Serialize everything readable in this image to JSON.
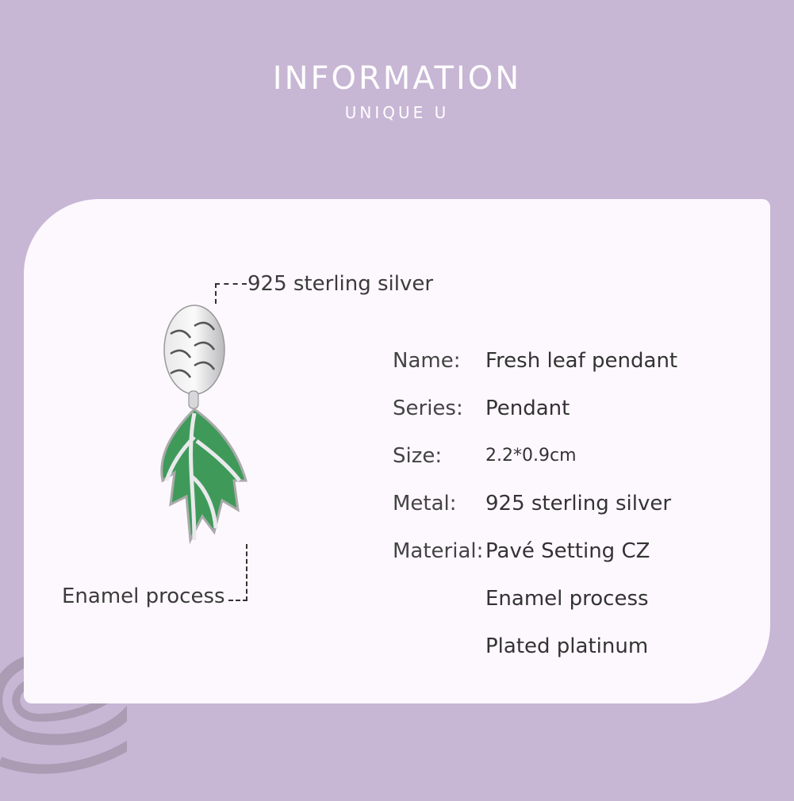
{
  "header": {
    "title": "INFORMATION",
    "subtitle": "UNIQUE U"
  },
  "callouts": {
    "top": "925 sterling silver",
    "bottom": "Enamel process"
  },
  "specs": [
    {
      "key": "Name:",
      "value": "Fresh leaf pendant"
    },
    {
      "key": "Series:",
      "value": "Pendant"
    },
    {
      "key": "Size:",
      "value": "2.2*0.9cm"
    },
    {
      "key": "Metal:",
      "value": "925 sterling silver"
    },
    {
      "key": "Material:",
      "value": "Pavé Setting CZ"
    },
    {
      "key": "",
      "value": "Enamel process"
    },
    {
      "key": "",
      "value": "Plated platinum"
    }
  ],
  "colors": {
    "background": "#c8b6d5",
    "card": "#fdf8fe",
    "enamel": "#3f9a5a"
  }
}
